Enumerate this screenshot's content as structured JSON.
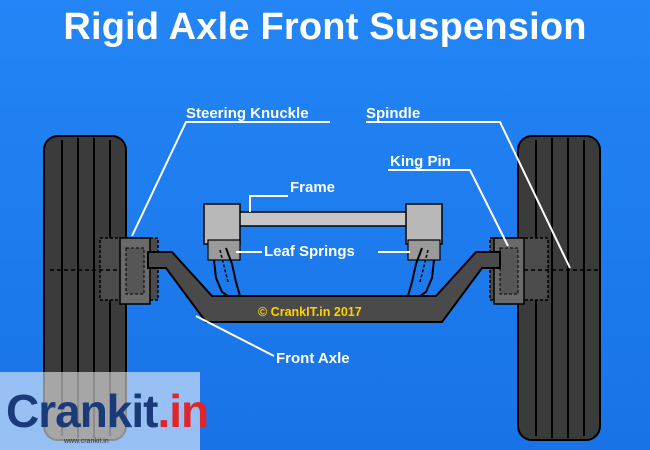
{
  "diagram": {
    "title": "Rigid Axle Front Suspension",
    "labels": {
      "steering_knuckle": "Steering Knuckle",
      "spindle": "Spindle",
      "king_pin": "King Pin",
      "frame": "Frame",
      "leaf_springs": "Leaf Springs",
      "front_axle": "Front Axle"
    },
    "copyright": "© CrankIT.in 2017"
  },
  "watermark": {
    "brand": "Crankit",
    "suffix": ".in",
    "url": "www.crankit.in"
  },
  "colors": {
    "background": "#1e7ff0",
    "tire": "#3a3a3a",
    "axle": "#4a4a4a",
    "frame": "#bdbdbd",
    "label": "#ffffff",
    "copyright": "#ffd200"
  }
}
